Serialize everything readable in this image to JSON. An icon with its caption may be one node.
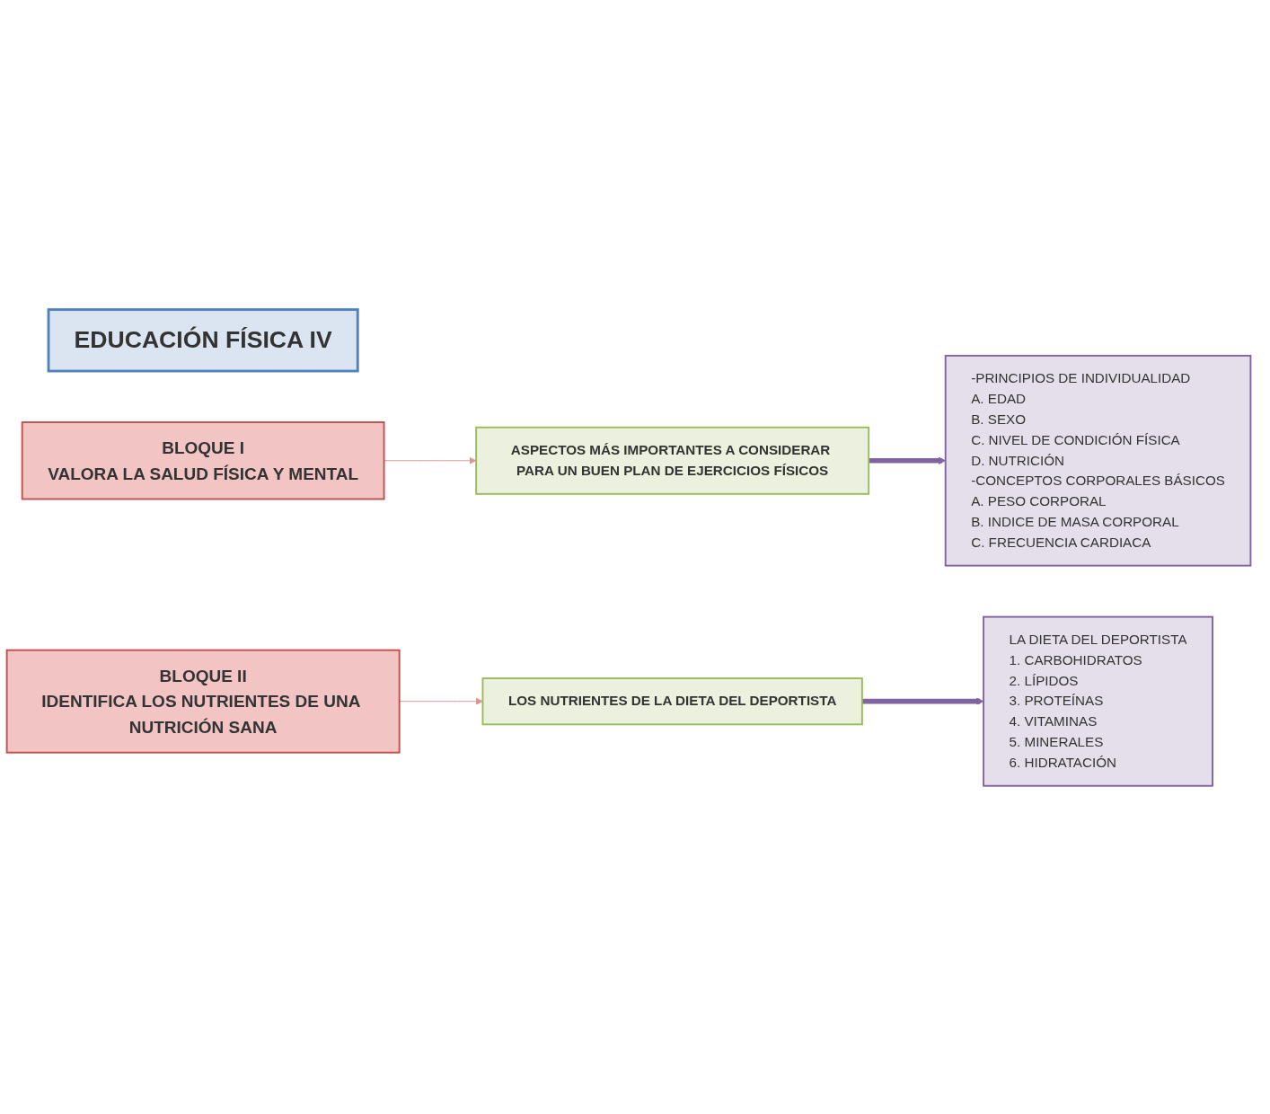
{
  "diagram": {
    "nodes": [
      {
        "text": [
          "EDUCACIÓN FÍSICA IV"
        ]
      },
      {
        "text": [
          "BLOQUE I",
          "VALORA LA SALUD FÍSICA Y MENTAL"
        ]
      },
      {
        "text": [
          "ASPECTOS MÁS IMPORTANTES A CONSIDERAR PARA UN BUEN PLAN DE EJERCICIOS FÍSICOS"
        ]
      },
      {
        "text": [
          "-PRINCIPIOS DE INDIVIDUALIDAD",
          "A. EDAD",
          "B. SEXO",
          "C. NIVEL DE CONDICIÓN FÍSICA",
          "D. NUTRICIÓN",
          "-CONCEPTOS CORPORALES BÁSICOS",
          "A. PESO CORPORAL",
          "B. INDICE DE MASA CORPORAL",
          "C. FRECUENCIA CARDIACA"
        ]
      },
      {
        "text": [
          "BLOQUE II",
          "IDENTIFICA LOS NUTRIENTES DE UNA NUTRICIÓN SANA"
        ]
      },
      {
        "text": [
          "LOS NUTRIENTES DE LA DIETA DEL DEPORTISTA"
        ]
      },
      {
        "text": [
          "LA DIETA DEL DEPORTISTA",
          "1. CARBOHIDRATOS",
          "2. LÍPIDOS",
          "3. PROTEÍNAS",
          "4. VITAMINAS",
          "5. MINERALES",
          "6. HIDRATACIÓN"
        ]
      }
    ],
    "edges": [
      {
        "from": 1,
        "to": 2,
        "arrow": "to",
        "color": "#d99694"
      },
      {
        "from": 2,
        "to": 3,
        "arrow": "to",
        "style": "thick",
        "color": "#8064a2"
      },
      {
        "from": 4,
        "to": 5,
        "arrow": "to",
        "color": "#d99694"
      },
      {
        "from": 5,
        "to": 6,
        "arrow": "to",
        "style": "thick",
        "color": "#8064a2"
      }
    ]
  }
}
